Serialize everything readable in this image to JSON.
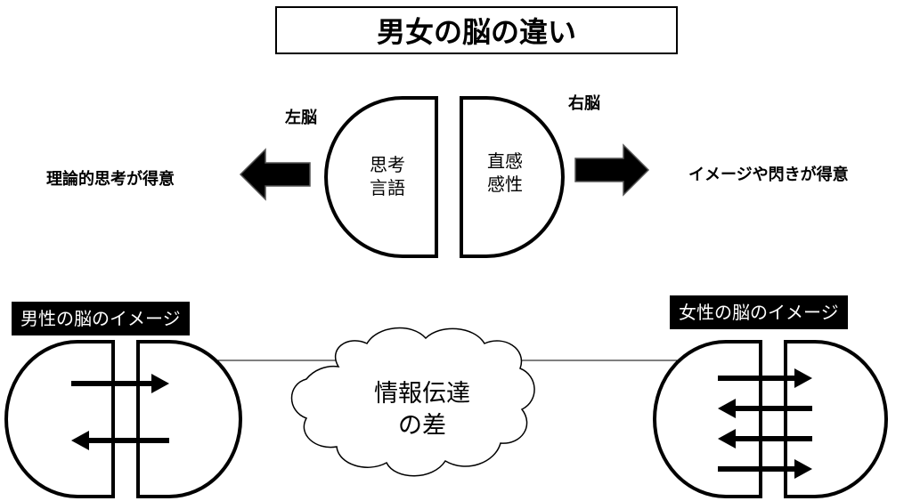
{
  "title": "男女の脳の違い",
  "top_brain": {
    "left_label": "左脳",
    "right_label": "右脳",
    "left_inner": [
      "思考",
      "言語"
    ],
    "right_inner": [
      "直感",
      "感性"
    ],
    "left_effect": "理論的思考が得意",
    "right_effect": "イメージや閃きが得意"
  },
  "male": {
    "label": "男性の脳のイメージ",
    "arrows": [
      "right",
      "left"
    ]
  },
  "female": {
    "label": "女性の脳のイメージ",
    "arrows": [
      "right",
      "left",
      "left",
      "right"
    ]
  },
  "cloud": {
    "lines": [
      "情報伝達",
      "の差"
    ]
  }
}
